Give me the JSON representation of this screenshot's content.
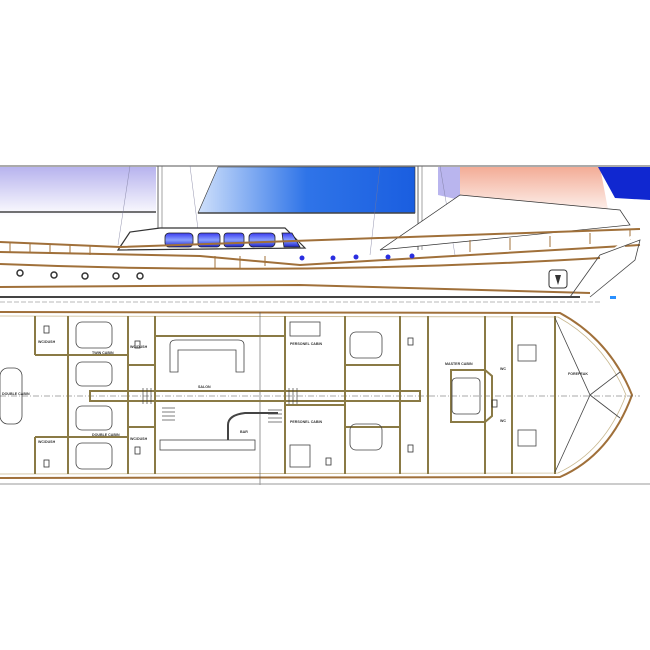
{
  "drawing": {
    "profile": {
      "colors": {
        "sail_blue": "#1f5fe0",
        "sail_lavender": "#b9b5ee",
        "sail_salmon": "#f3b4a0",
        "jib_blue": "#1027d0",
        "wood": "#a0703a",
        "window_blue": "#2a2ee0"
      }
    },
    "plan": {
      "labels": {
        "aft_cabin": "DOUBLE CABIN",
        "twin_cabin": "TWIN CABIN",
        "double_cabin": "DOUBLE CABIN",
        "wc_1": "WC/DUSH",
        "wc_2": "WC/DUSH",
        "wc_3": "WC/DUSH",
        "wc_4": "WC/DUSH",
        "salon": "SALON",
        "bar": "BAR",
        "personel_cabin_1": "PERSONEL CABIN",
        "personel_cabin_2": "PERSONEL CABIN",
        "master_cabin": "MASTER CABIN",
        "wc_5": "WC",
        "wc_6": "WC",
        "forepeak": "FOREPEAK"
      },
      "colors": {
        "bulkhead": "#8a7a45",
        "hull": "#a0703a"
      }
    }
  }
}
